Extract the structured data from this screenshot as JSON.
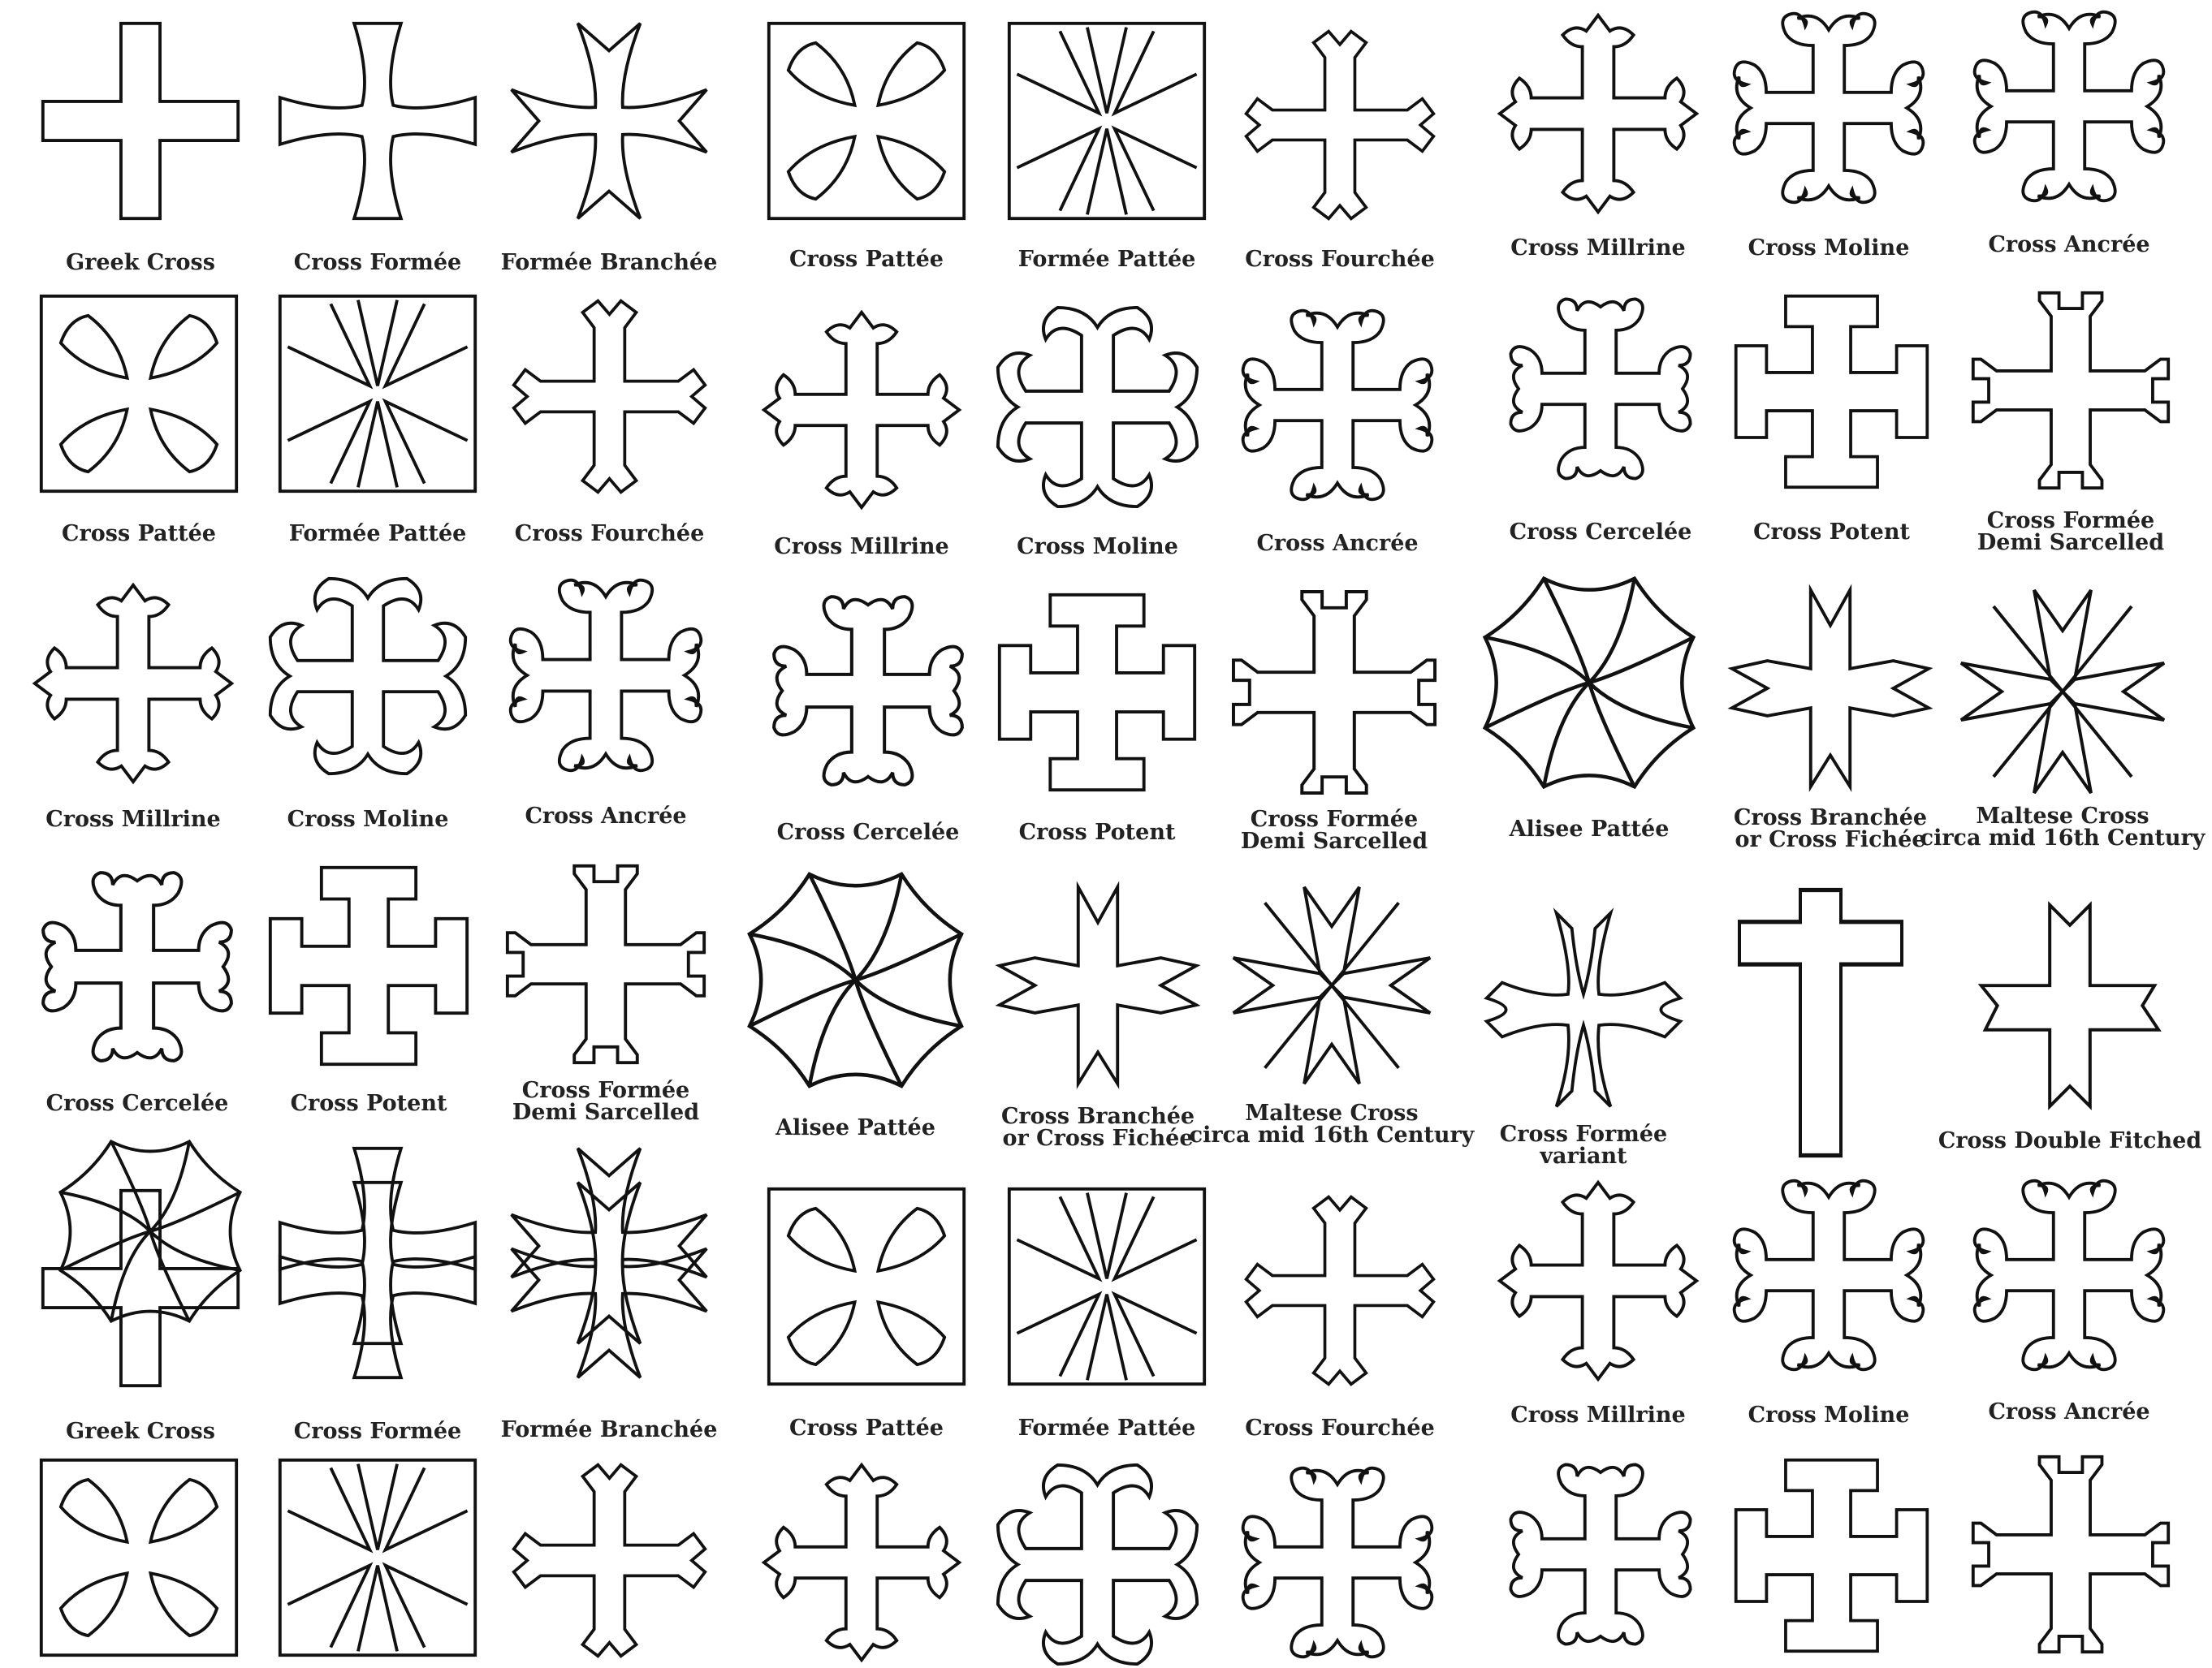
{
  "page": {
    "background": "#ffffff",
    "stroke_color": "#111111",
    "label_color": "#222222"
  },
  "labels": {
    "greek_cross": "Greek Cross",
    "cross_formee": "Cross Formée",
    "formee_branchee": "Formée Branchée",
    "cross_pattee": "Cross Pattée",
    "formee_pattee": "Formée Pattée",
    "cross_fourchee": "Cross Fourchée",
    "cross_millrine": "Cross Millrine",
    "cross_moline": "Cross Moline",
    "cross_ancree": "Cross Ancrée",
    "cross_cercelee": "Cross Cercelée",
    "cross_potent": "Cross Potent",
    "demi_sarcelled_1": "Cross Formée",
    "demi_sarcelled_2": "Demi Sarcelled",
    "alisee_pattee": "Alisee Pattée",
    "branchee_fichee_1": "Cross Branchée",
    "branchee_fichee_2": "or Cross Fichée",
    "maltese_1": "Maltese Cross",
    "maltese_2": "circa mid 16th Century",
    "formee_variant_1": "Cross Formée",
    "formee_variant_2": "variant",
    "double_fitched": "Cross Double Fitched"
  },
  "icons": {
    "greek": "greek-cross-icon",
    "formee": "cross-formee-icon",
    "branchee": "formee-branchee-icon",
    "pattee": "cross-pattee-icon",
    "formee_pattee": "formee-pattee-icon",
    "fourchee": "cross-fourchee-icon",
    "millrine": "cross-millrine-icon",
    "moline": "cross-moline-icon",
    "ancree": "cross-ancree-icon",
    "cercelee": "cross-cercelee-icon",
    "potent": "cross-potent-icon",
    "sarcelled": "cross-formee-demi-sarcelled-icon",
    "alisee": "alisee-pattee-icon",
    "fichee": "cross-branchee-fichee-icon",
    "maltese": "maltese-cross-icon",
    "variant": "cross-formee-variant-icon",
    "latin": "latin-cross-icon",
    "fitched": "cross-double-fitched-icon"
  }
}
